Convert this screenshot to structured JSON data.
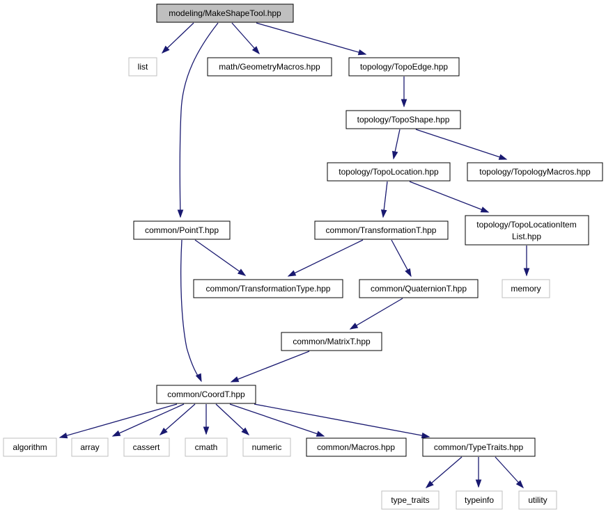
{
  "nodes": {
    "make_shape_tool": {
      "label": "modeling/MakeShapeTool.hpp",
      "kind": "root"
    },
    "list": {
      "label": "list",
      "kind": "system"
    },
    "geometry_macros": {
      "label": "math/GeometryMacros.hpp",
      "kind": "project"
    },
    "topo_edge": {
      "label": "topology/TopoEdge.hpp",
      "kind": "project"
    },
    "topo_shape": {
      "label": "topology/TopoShape.hpp",
      "kind": "project"
    },
    "topo_location": {
      "label": "topology/TopoLocation.hpp",
      "kind": "project"
    },
    "topology_macros": {
      "label": "topology/TopologyMacros.hpp",
      "kind": "project"
    },
    "point_t": {
      "label": "common/PointT.hpp",
      "kind": "project"
    },
    "transformation_t": {
      "label": "common/TransformationT.hpp",
      "kind": "project"
    },
    "topo_location_item_list": {
      "label_line1": "topology/TopoLocationItem",
      "label_line2": "List.hpp",
      "kind": "project"
    },
    "transformation_type": {
      "label": "common/TransformationType.hpp",
      "kind": "project"
    },
    "quaternion_t": {
      "label": "common/QuaternionT.hpp",
      "kind": "project"
    },
    "memory": {
      "label": "memory",
      "kind": "system"
    },
    "matrix_t": {
      "label": "common/MatrixT.hpp",
      "kind": "project"
    },
    "coord_t": {
      "label": "common/CoordT.hpp",
      "kind": "project"
    },
    "algorithm": {
      "label": "algorithm",
      "kind": "system"
    },
    "array": {
      "label": "array",
      "kind": "system"
    },
    "cassert": {
      "label": "cassert",
      "kind": "system"
    },
    "cmath": {
      "label": "cmath",
      "kind": "system"
    },
    "numeric": {
      "label": "numeric",
      "kind": "system"
    },
    "common_macros": {
      "label": "common/Macros.hpp",
      "kind": "project"
    },
    "type_traits_hpp": {
      "label": "common/TypeTraits.hpp",
      "kind": "project"
    },
    "type_traits": {
      "label": "type_traits",
      "kind": "system"
    },
    "typeinfo": {
      "label": "typeinfo",
      "kind": "system"
    },
    "utility": {
      "label": "utility",
      "kind": "system"
    }
  },
  "edges": [
    {
      "from": "make_shape_tool",
      "to": "list"
    },
    {
      "from": "make_shape_tool",
      "to": "geometry_macros"
    },
    {
      "from": "make_shape_tool",
      "to": "topo_edge"
    },
    {
      "from": "make_shape_tool",
      "to": "point_t"
    },
    {
      "from": "topo_edge",
      "to": "topo_shape"
    },
    {
      "from": "topo_shape",
      "to": "topo_location"
    },
    {
      "from": "topo_shape",
      "to": "topology_macros"
    },
    {
      "from": "topo_location",
      "to": "transformation_t"
    },
    {
      "from": "topo_location",
      "to": "topo_location_item_list"
    },
    {
      "from": "point_t",
      "to": "transformation_type"
    },
    {
      "from": "point_t",
      "to": "coord_t"
    },
    {
      "from": "transformation_t",
      "to": "transformation_type"
    },
    {
      "from": "transformation_t",
      "to": "quaternion_t"
    },
    {
      "from": "topo_location_item_list",
      "to": "memory"
    },
    {
      "from": "quaternion_t",
      "to": "matrix_t"
    },
    {
      "from": "matrix_t",
      "to": "coord_t"
    },
    {
      "from": "coord_t",
      "to": "algorithm"
    },
    {
      "from": "coord_t",
      "to": "array"
    },
    {
      "from": "coord_t",
      "to": "cassert"
    },
    {
      "from": "coord_t",
      "to": "cmath"
    },
    {
      "from": "coord_t",
      "to": "numeric"
    },
    {
      "from": "coord_t",
      "to": "common_macros"
    },
    {
      "from": "coord_t",
      "to": "type_traits_hpp"
    },
    {
      "from": "type_traits_hpp",
      "to": "type_traits"
    },
    {
      "from": "type_traits_hpp",
      "to": "typeinfo"
    },
    {
      "from": "type_traits_hpp",
      "to": "utility"
    }
  ],
  "colors": {
    "edge": "#191970",
    "root_fill": "#bfbfbf",
    "project_border": "#000000",
    "system_border": "#bfbfbf",
    "background": "#ffffff"
  }
}
